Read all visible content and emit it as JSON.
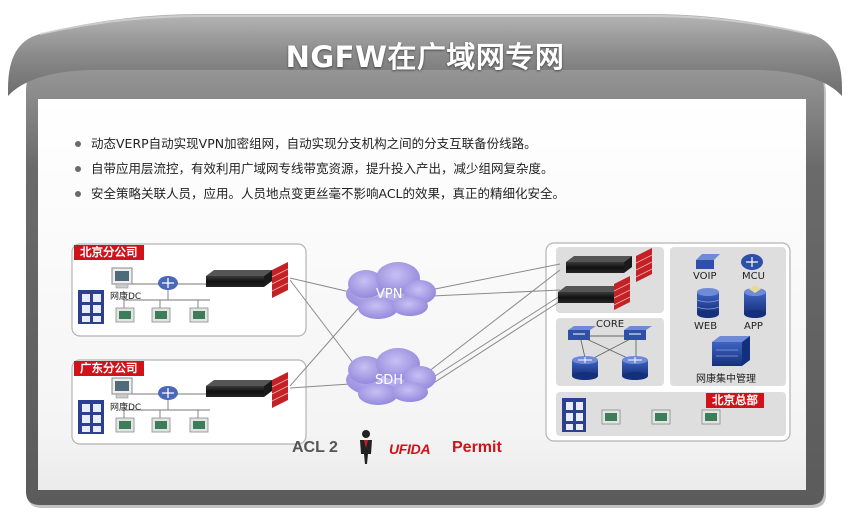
{
  "title": "NGFW在广域网专网",
  "bullets": [
    "动态VERP自动实现VPN加密组网，自动实现分支机构之间的分支互联备份线路。",
    "自带应用层流控，有效利用广域网专线带宽资源，提升投入产出，减少组网复杂度。",
    "安全策略关联人员，应用。人员地点变更丝毫不影响ACL的效果，真正的精细化安全。"
  ],
  "branches": {
    "beijing": {
      "label": "北京分公司",
      "dc_label": "网康DC"
    },
    "guangdong": {
      "label": "广东分公司",
      "dc_label": "网康DC"
    }
  },
  "clouds": {
    "vpn": "VPN",
    "sdh": "SDH"
  },
  "hq": {
    "label": "北京总部",
    "core_label": "CORE",
    "servers": {
      "voip": "VOIP",
      "mcu": "MCU",
      "web": "WEB",
      "app": "APP"
    },
    "mgmt_label": "网康集中管理"
  },
  "footer": {
    "acl": "ACL 2",
    "brand": "UFIDA",
    "permit": "Permit"
  },
  "colors": {
    "accent_red": "#d0121b",
    "cloud": "#9a8fe0",
    "frame_gray": "#6d6d6d",
    "server_blue": "#1c3f96"
  }
}
